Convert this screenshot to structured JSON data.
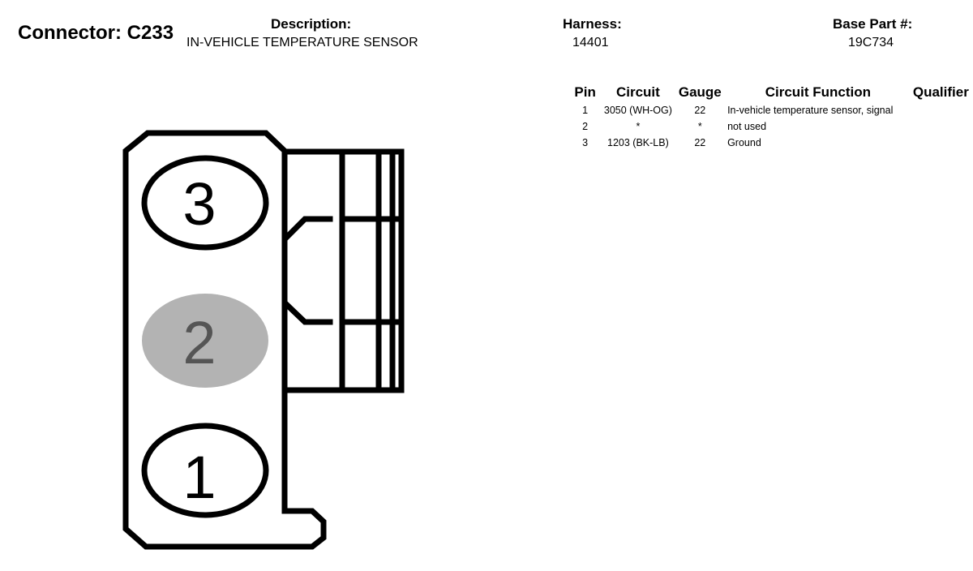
{
  "header": {
    "connector": "Connector: C233",
    "description_label": "Description:",
    "description": "IN-VEHICLE TEMPERATURE SENSOR",
    "harness_label": "Harness:",
    "harness": "14401",
    "base_part_label": "Base Part #:",
    "base_part": "19C734"
  },
  "table": {
    "headers": {
      "pin": "Pin",
      "circuit": "Circuit",
      "gauge": "Gauge",
      "function": "Circuit Function",
      "qualifier": "Qualifier"
    },
    "rows": [
      {
        "pin": "1",
        "circuit": "3050 (WH-OG)",
        "gauge": "22",
        "function": "In-vehicle temperature sensor, signal",
        "qualifier": ""
      },
      {
        "pin": "2",
        "circuit": "*",
        "gauge": "*",
        "function": "not used",
        "qualifier": ""
      },
      {
        "pin": "3",
        "circuit": "1203 (BK-LB)",
        "gauge": "22",
        "function": "Ground",
        "qualifier": ""
      }
    ]
  },
  "diagram": {
    "pins": [
      {
        "label": "3",
        "used": true
      },
      {
        "label": "2",
        "used": false
      },
      {
        "label": "1",
        "used": true
      }
    ],
    "colors": {
      "outline": "#000000",
      "unused_pin_fill": "#b3b3b3",
      "unused_pin_text": "#555555"
    }
  }
}
